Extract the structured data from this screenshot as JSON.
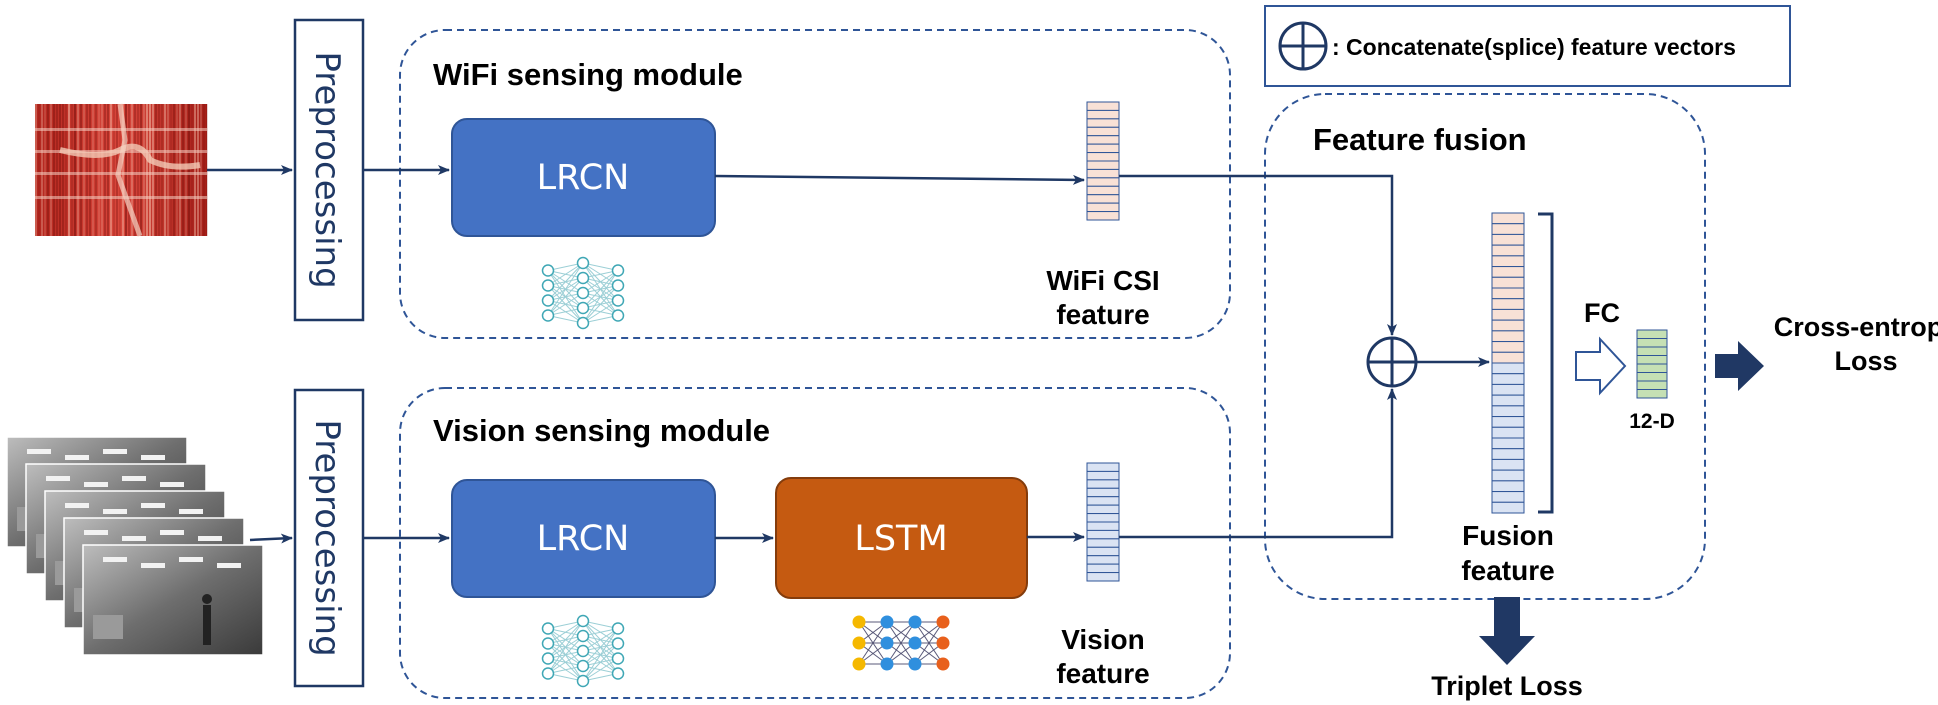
{
  "legend": {
    "symbol": "⊕",
    "text": ": Concatenate(splice) feature vectors"
  },
  "preprocessing_label": "Preprocessing",
  "wifi_module": {
    "title": "WiFi sensing module",
    "lrcn_label": "LRCN",
    "feature_line1": "WiFi CSI",
    "feature_line2": "feature"
  },
  "vision_module": {
    "title": "Vision sensing module",
    "lrcn_label": "LRCN",
    "lstm_label": "LSTM",
    "feature_line1": "Vision",
    "feature_line2": "feature"
  },
  "fusion": {
    "title": "Feature fusion",
    "fusion_line1": "Fusion",
    "fusion_line2": "feature",
    "fc_label": "FC",
    "output_dim": "12-D",
    "ce_line1": "Cross-entropy",
    "ce_line2": "Loss",
    "triplet_label": "Triplet Loss"
  },
  "colors": {
    "navy": "#1f3864",
    "box_blue": "#4472c4",
    "box_orange": "#c55a11",
    "wifi_feature_fill": "#f8e1d6",
    "vision_feature_fill": "#dae3f3",
    "output_fill": "#c5e0b4",
    "dashed_border": "#2f5597"
  },
  "icons": {
    "neural_net": "neural-network-icon",
    "lstm_net": "lstm-network-icon",
    "csi_image": "csi-heatmap-image",
    "video_frames": "video-frames-image"
  }
}
